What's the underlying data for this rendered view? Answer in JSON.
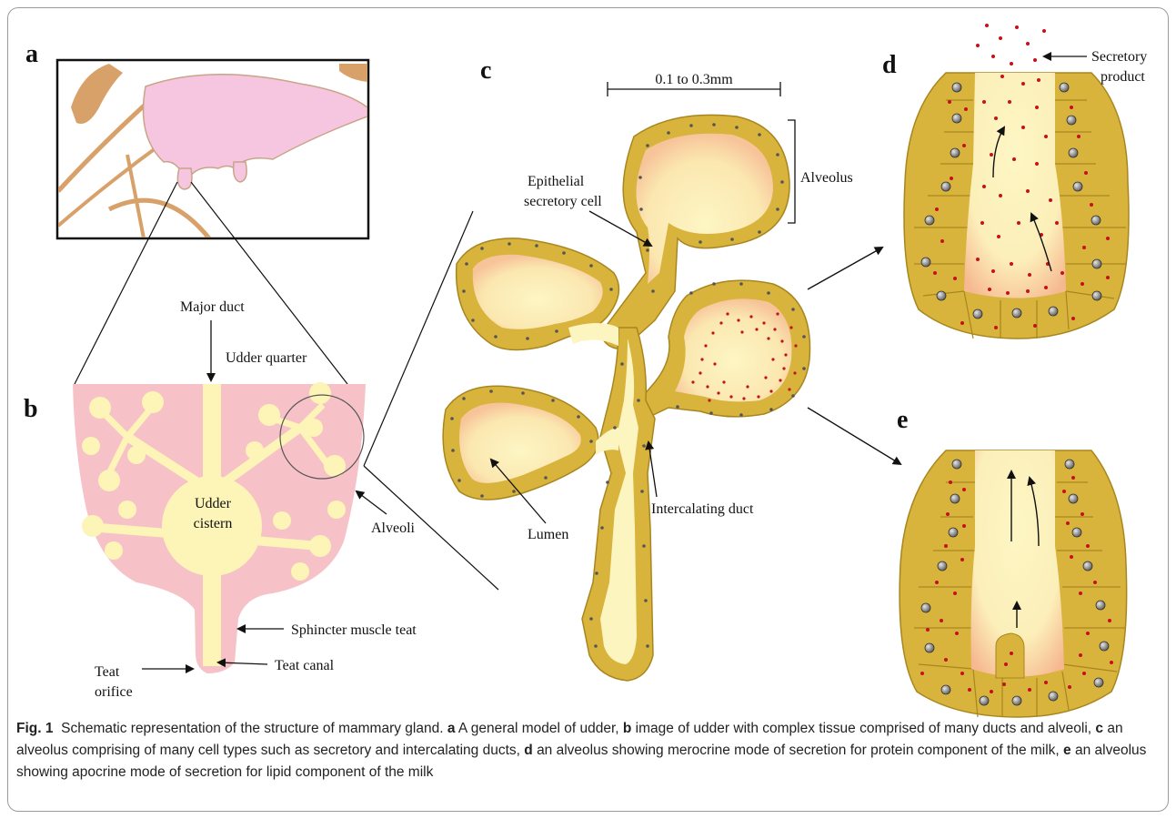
{
  "panels": {
    "a": "a",
    "b": "b",
    "c": "c",
    "d": "d",
    "e": "e"
  },
  "panel_b_labels": {
    "major_duct": "Major duct",
    "udder_quarter": "Udder quarter",
    "udder_cistern_1": "Udder",
    "udder_cistern_2": "cistern",
    "alveoli": "Alveoli",
    "sphincter": "Sphincter muscle teat",
    "teat_canal": "Teat canal",
    "teat_orifice_1": "Teat",
    "teat_orifice_2": "orifice"
  },
  "panel_c_labels": {
    "scale": "0.1 to 0.3mm",
    "alveolus": "Alveolus",
    "epithelial_1": "Epithelial",
    "epithelial_2": "secretory cell",
    "lumen": "Lumen",
    "intercalating": "Intercalating duct"
  },
  "panel_d_labels": {
    "secretory_1": "Secretory",
    "secretory_2": "product"
  },
  "caption": {
    "fig": "Fig. 1",
    "title": "Schematic representation of the structure of mammary gland.",
    "a": "a",
    "a_text": "A general model of udder,",
    "b": "b",
    "b_text": "image of udder with complex tissue comprised of many ducts and alveoli,",
    "c": "c",
    "c_text": "an alveolus comprising of many cell types such as secretory and intercalating ducts,",
    "d": "d",
    "d_text": "an alveolus showing merocrine mode of secretion for protein component of the milk,",
    "e": "e",
    "e_text": "an alveolus showing apocrine mode of secretion for lipid component of the milk"
  },
  "colors": {
    "udder_pink": "#f6c6e0",
    "tissue_pink": "#f6c2c8",
    "duct_cream": "#fdf4b8",
    "lumen_yellow": "#fdf5c0",
    "cell_gold": "#d8b43c",
    "cell_edge": "#a8861f",
    "secretion_red": "#c4111b",
    "nucleus_grey": "#8c8c8c"
  }
}
